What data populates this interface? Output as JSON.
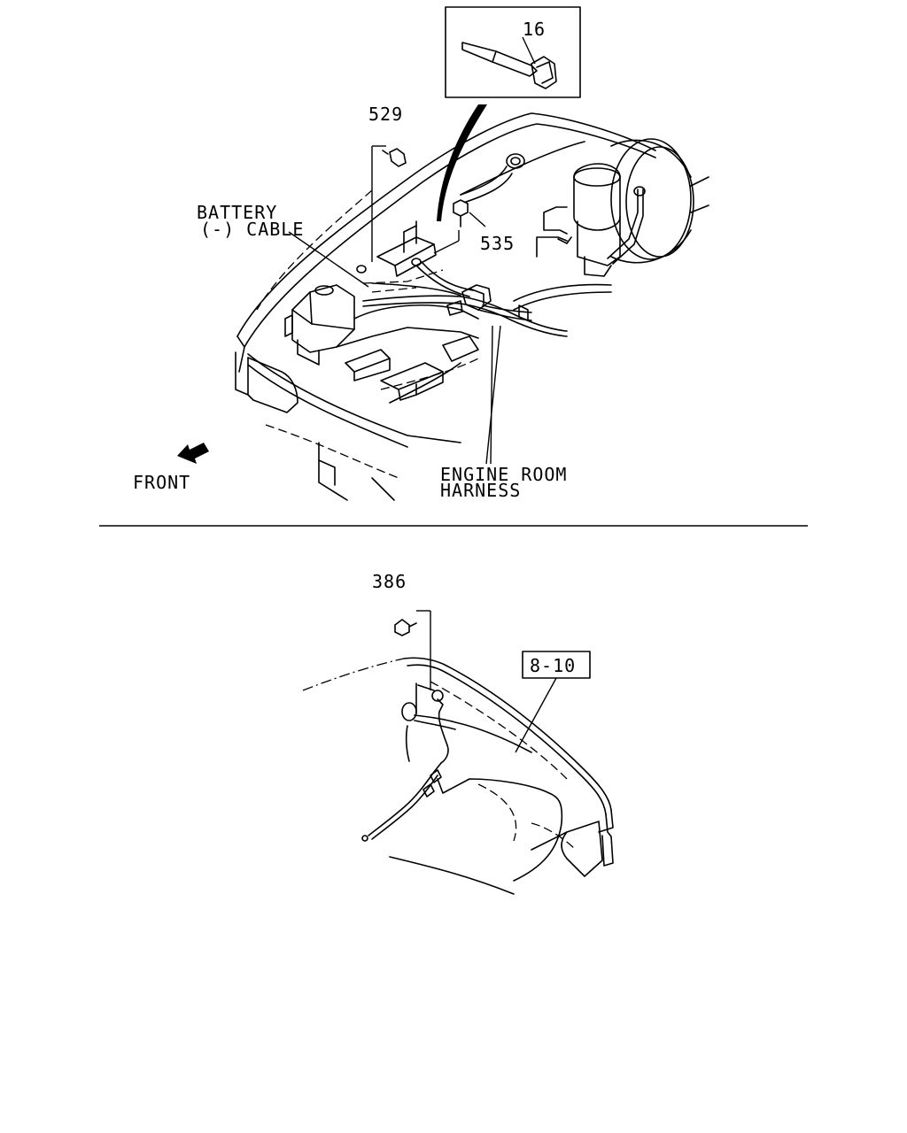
{
  "upper_view": {
    "inset_callout": "16",
    "callouts": {
      "bolt_top": "529",
      "bolt_mid": "535"
    },
    "labels": {
      "battery_line1": "BATTERY",
      "battery_line2": "(-) CABLE",
      "harness_line1": "ENGINE ROOM",
      "harness_line2": "HARNESS",
      "front": "FRONT"
    }
  },
  "lower_view": {
    "callout_bolt": "386",
    "ref_box": "8-10"
  }
}
